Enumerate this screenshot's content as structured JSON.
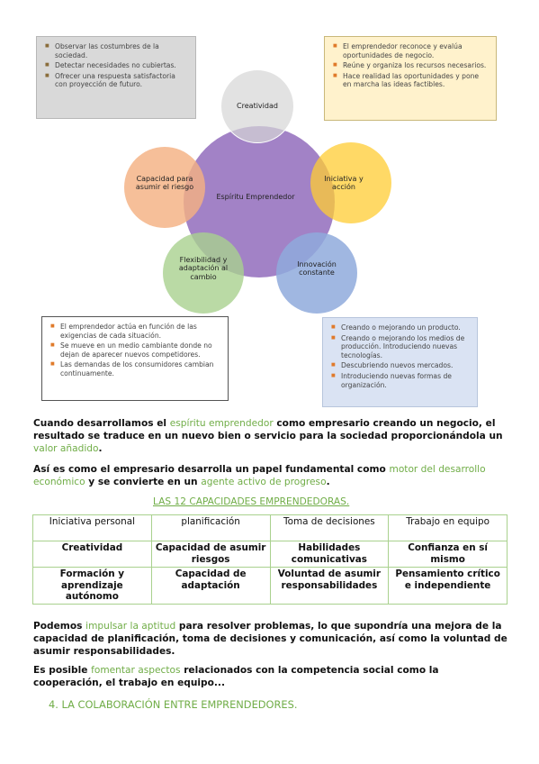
{
  "diagram": {
    "center": "Espíritu Emprendedor",
    "circles": {
      "top": "Creatividad",
      "right": "Iniciativa y acción",
      "bottom_right": "Innovación constante",
      "bottom_left": "Flexibilidad y adaptación al cambio",
      "left": "Capacidad para asumir el riesgo"
    },
    "boxes": {
      "top_left": [
        "Observar las costumbres de la sociedad.",
        "Detectar necesidades no cubiertas.",
        "Ofrecer una respuesta satisfactoria con proyección de futuro."
      ],
      "top_right": [
        "El emprendedor reconoce y evalúa oportunidades de negocio.",
        "Reúne y organiza los recursos necesarios.",
        "Hace realidad las oportunidades y pone en marcha las ideas factibles."
      ],
      "bottom_left": [
        "El emprendedor actúa en función de las exigencias de cada situación.",
        "Se mueve en un medio cambiante donde no dejan de aparecer nuevos competidores.",
        "Las demandas de los consumidores cambian continuamente."
      ],
      "bottom_right": [
        "Creando o mejorando un producto.",
        "Creando o mejorando los medios de producción. Introduciendo nuevas tecnologías.",
        "Descubriendo nuevos mercados.",
        "Introduciendo nuevas formas de organización."
      ]
    }
  },
  "para1": {
    "t1": "Cuando desarrollamos el ",
    "h1": "espíritu emprendedor",
    "t2": " como empresario creando un negocio, el resultado se traduce en un nuevo bien o servicio para la sociedad proporcionándola un ",
    "h2": "valor añadido",
    "t3": "."
  },
  "para2": {
    "t1": "Así es como el empresario desarrolla un papel fundamental como ",
    "h1": "motor del desarrollo económico",
    "t2": " y se convierte en un ",
    "h2": "agente activo de progreso",
    "t3": "."
  },
  "capacities_title": "LAS 12 CAPACIDADES EMPRENDEDORAS.",
  "capacities": [
    [
      "Iniciativa personal",
      "planificación",
      "Toma de decisiones",
      "Trabajo en equipo"
    ],
    [
      "Creatividad",
      "Capacidad de asumir riesgos",
      "Habilidades comunicativas",
      "Confianza en sí mismo"
    ],
    [
      "Formación y aprendizaje autónomo",
      "Capacidad de adaptación",
      "Voluntad de asumir responsabilidades",
      "Pensamiento crítico e independiente"
    ]
  ],
  "para3": {
    "t1": "Podemos ",
    "h1": "impulsar la aptitud",
    "t2": " para resolver problemas, lo que supondría una mejora de la capacidad de planificación, toma de decisiones y comunicación, así como la voluntad de asumir responsabilidades."
  },
  "para4": {
    "t1": "Es posible ",
    "h1": "fomentar aspectos",
    "t2": " relacionados con la competencia social como la cooperación, el trabajo en equipo..."
  },
  "section4_heading": "4. LA COLABORACIÓN ENTRE EMPRENDEDORES.",
  "colors": {
    "highlight": "#70ad47",
    "center": "#8e66b9",
    "creatividad": "#d6d6d6",
    "iniciativa": "#ffcc33",
    "innovacion": "#8faadc",
    "flexibilidad": "#a9d18e",
    "riesgo": "#f4b183"
  }
}
